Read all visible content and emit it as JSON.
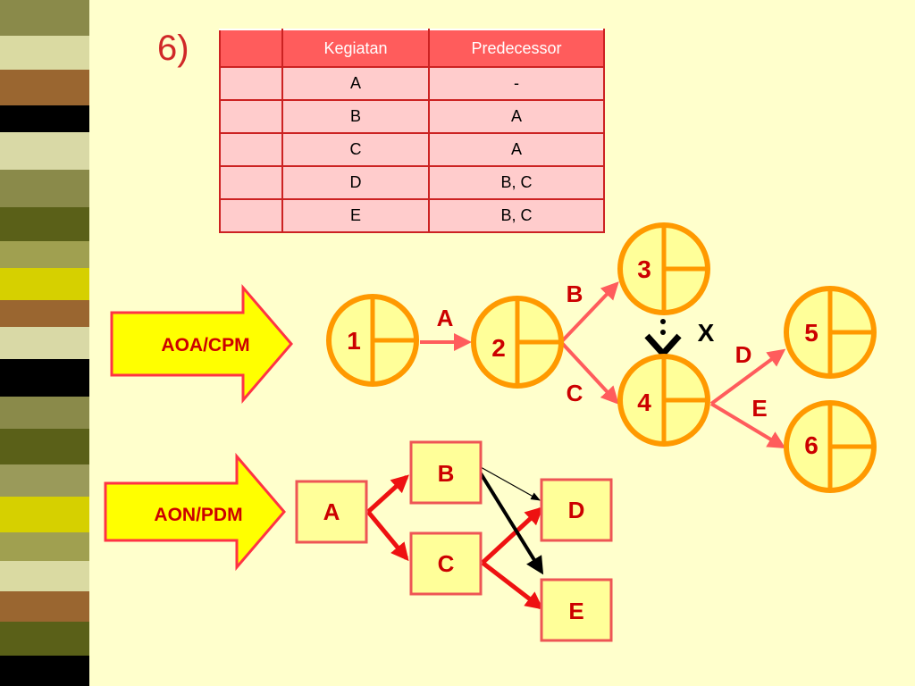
{
  "slide_number": "6)",
  "table": {
    "headers": [
      "",
      "Kegiatan",
      "Predecessor"
    ],
    "rows": [
      [
        "",
        "A",
        "-"
      ],
      [
        "",
        "B",
        "A"
      ],
      [
        "",
        "C",
        "A"
      ],
      [
        "",
        "D",
        "B, C"
      ],
      [
        "",
        "E",
        "B, C"
      ]
    ]
  },
  "aoa": {
    "label": "AOA/CPM",
    "nodes": [
      "1",
      "2",
      "3",
      "4",
      "5",
      "6"
    ],
    "arrows": [
      "A",
      "B",
      "C",
      "D",
      "E"
    ],
    "conflict_mark": "X"
  },
  "aon": {
    "label": "AON/PDM",
    "boxes": [
      "A",
      "B",
      "C",
      "D",
      "E"
    ]
  },
  "colors": {
    "background": "#ffffcc",
    "header_red": "#ff5c5c",
    "row_pink": "#ffcccc",
    "node_fill": "#ffff99",
    "node_ring": "#ff9900",
    "label_red": "#cc0000",
    "arrow_pink": "#ff5c5c",
    "arrow_red": "#ee1111"
  }
}
